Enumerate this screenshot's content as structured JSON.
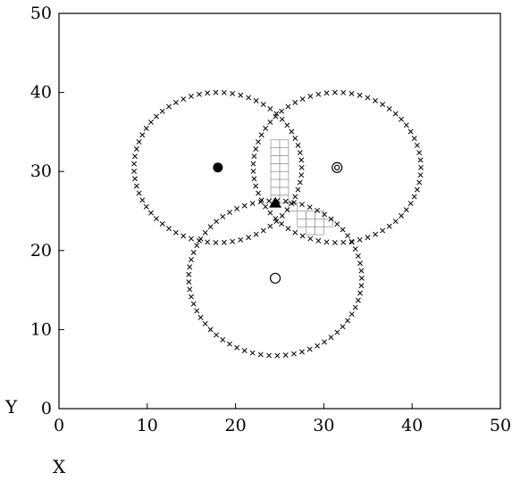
{
  "chart_data": {
    "type": "scatter",
    "xlabel": "X",
    "ylabel": "Y",
    "xlim": [
      0,
      50
    ],
    "ylim": [
      0,
      50
    ],
    "xticks": [
      0,
      10,
      20,
      30,
      40,
      50
    ],
    "yticks": [
      0,
      10,
      20,
      30,
      40,
      50
    ],
    "grid": false,
    "circle_boundaries": [
      {
        "center": [
          18.0,
          30.5
        ],
        "radius": 9.5,
        "marker": "x"
      },
      {
        "center": [
          31.5,
          30.5
        ],
        "radius": 9.5,
        "marker": "x"
      },
      {
        "center": [
          24.5,
          16.5
        ],
        "radius": 9.8,
        "marker": "x"
      }
    ],
    "overlap_cells": [
      [
        24,
        26
      ],
      [
        25,
        26
      ],
      [
        24,
        27
      ],
      [
        25,
        27
      ],
      [
        24,
        28
      ],
      [
        25,
        28
      ],
      [
        24,
        29
      ],
      [
        25,
        29
      ],
      [
        24,
        30
      ],
      [
        25,
        30
      ],
      [
        24,
        31
      ],
      [
        25,
        31
      ],
      [
        24,
        32
      ],
      [
        25,
        32
      ],
      [
        24,
        33
      ],
      [
        25,
        33
      ],
      [
        26,
        25
      ],
      [
        27,
        24
      ],
      [
        28,
        24
      ],
      [
        29,
        24
      ],
      [
        27,
        23
      ],
      [
        28,
        23
      ],
      [
        29,
        23
      ],
      [
        30,
        23
      ],
      [
        28,
        22
      ],
      [
        29,
        22
      ]
    ],
    "special_points": [
      {
        "x": 18.0,
        "y": 30.5,
        "marker": "filled-circle"
      },
      {
        "x": 31.5,
        "y": 30.5,
        "marker": "double-circle"
      },
      {
        "x": 24.5,
        "y": 16.5,
        "marker": "open-circle"
      },
      {
        "x": 24.5,
        "y": 26.0,
        "marker": "filled-triangle"
      }
    ]
  }
}
